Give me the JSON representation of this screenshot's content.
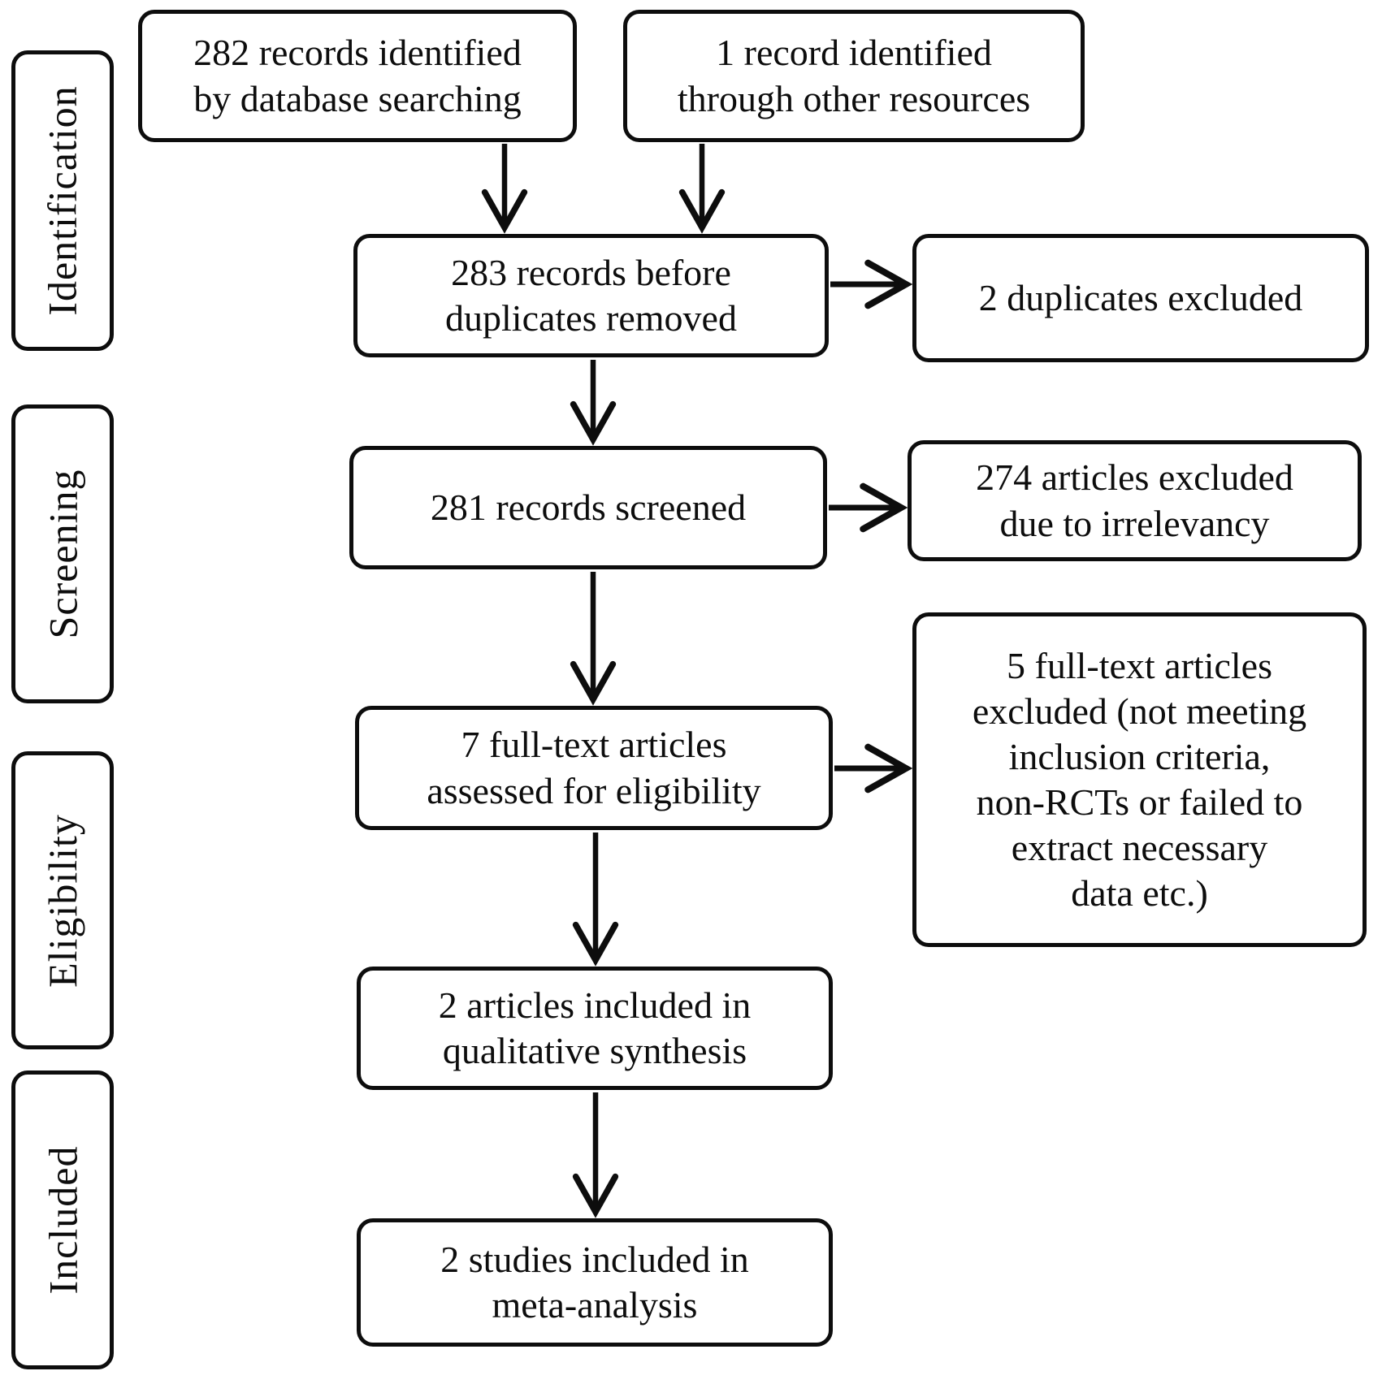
{
  "stages": [
    {
      "label": "Identification"
    },
    {
      "label": "Screening"
    },
    {
      "label": "Eligibility"
    },
    {
      "label": "Included"
    }
  ],
  "nodes": {
    "records_identified": "282 records identified\nby database searching",
    "record_other_sources": "1 record identified\nthrough other resources",
    "before_duplicates": "283 records before\nduplicates removed",
    "duplicates_excluded": "2 duplicates excluded",
    "records_screened": "281 records screened",
    "articles_excluded_irrelevancy": "274 articles excluded\ndue to irrelevancy",
    "fulltext_assessed": "7 full-text articles\nassessed for eligibility",
    "fulltext_excluded": "5 full-text articles\nexcluded (not meeting\ninclusion criteria,\nnon-RCTs or failed to\nextract necessary\ndata etc.)",
    "qualitative_synthesis": "2 articles included in\nqualitative synthesis",
    "meta_analysis": "2 studies included in\nmeta-analysis"
  },
  "edges": [
    {
      "from": "records_identified",
      "to": "before_duplicates"
    },
    {
      "from": "record_other_sources",
      "to": "before_duplicates"
    },
    {
      "from": "before_duplicates",
      "to": "duplicates_excluded"
    },
    {
      "from": "before_duplicates",
      "to": "records_screened"
    },
    {
      "from": "records_screened",
      "to": "articles_excluded_irrelevancy"
    },
    {
      "from": "records_screened",
      "to": "fulltext_assessed"
    },
    {
      "from": "fulltext_assessed",
      "to": "fulltext_excluded"
    },
    {
      "from": "fulltext_assessed",
      "to": "qualitative_synthesis"
    },
    {
      "from": "qualitative_synthesis",
      "to": "meta_analysis"
    }
  ],
  "colors": {
    "ink": "#0d0d0d",
    "background": "#ffffff"
  }
}
